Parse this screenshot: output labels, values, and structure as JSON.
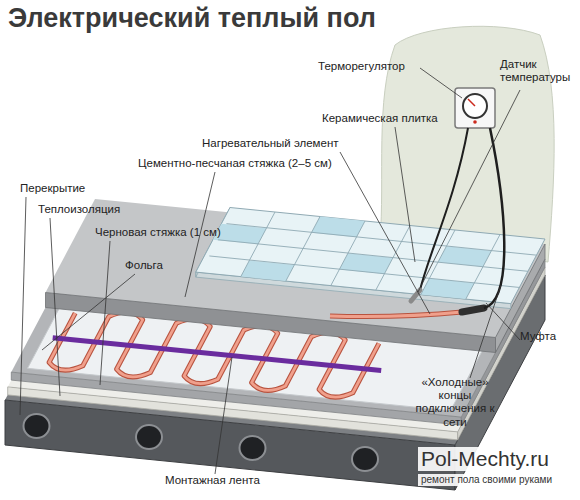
{
  "diagram": {
    "title": "Электрический теплый пол",
    "labels": [
      "Терморегулятор",
      "Датчик температуры",
      "Керамическая плитка",
      "Нагревательный элемент",
      "Цементно-песчаная стяжка (2–5 см)",
      "Перекрытие",
      "Теплоизоляция",
      "Черновая стяжка (1 см)",
      "Фольга",
      "Муфта",
      "«Холодные» концы подключения к сети",
      "Монтажная лента",
      "Pol-Mechty.ru",
      "ремонт пола своими руками"
    ]
  }
}
